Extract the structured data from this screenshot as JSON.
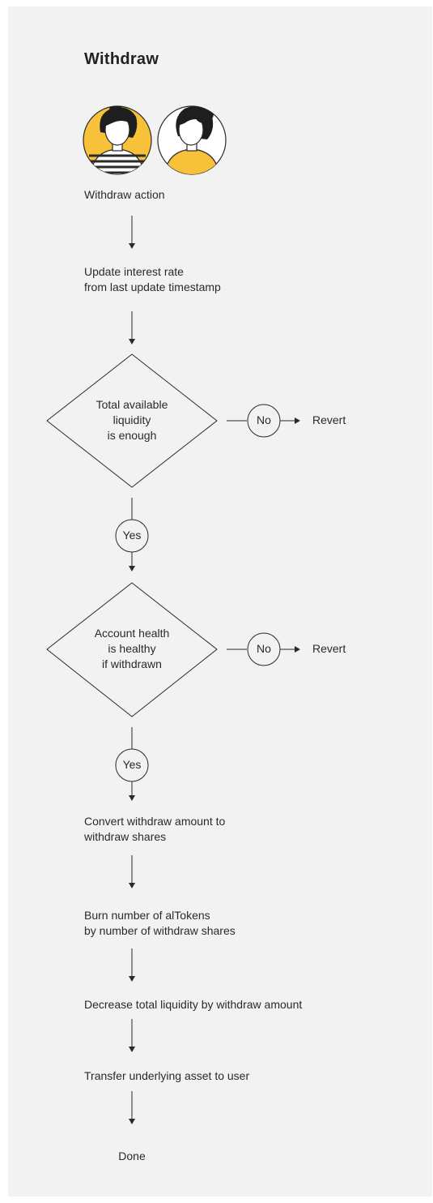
{
  "title": "Withdraw",
  "colors": {
    "background": "#f2f2f2",
    "accent": "#f7c23a",
    "stroke": "#2a2a2a",
    "hair": "#1e1e1e"
  },
  "icons": [
    "user-female-short-hair-icon",
    "user-female-bun-icon"
  ],
  "steps": {
    "withdraw_action": "Withdraw action",
    "update_rate_line1": "Update interest rate",
    "update_rate_line2": "from last update timestamp",
    "convert_line1": "Convert withdraw amount to",
    "convert_line2": "withdraw shares",
    "burn_line1": "Burn number of alTokens",
    "burn_line2": "by number of withdraw shares",
    "decrease": "Decrease total liquidity by withdraw amount",
    "transfer": "Transfer underlying asset to user",
    "done": "Done"
  },
  "decisions": {
    "liquidity_line1": "Total available",
    "liquidity_line2": "liquidity",
    "liquidity_line3": "is enough",
    "health_line1": "Account health",
    "health_line2": "is healthy",
    "health_line3": "if withdrawn"
  },
  "branches": {
    "no_label": "No",
    "yes_label": "Yes",
    "revert_label": "Revert"
  }
}
